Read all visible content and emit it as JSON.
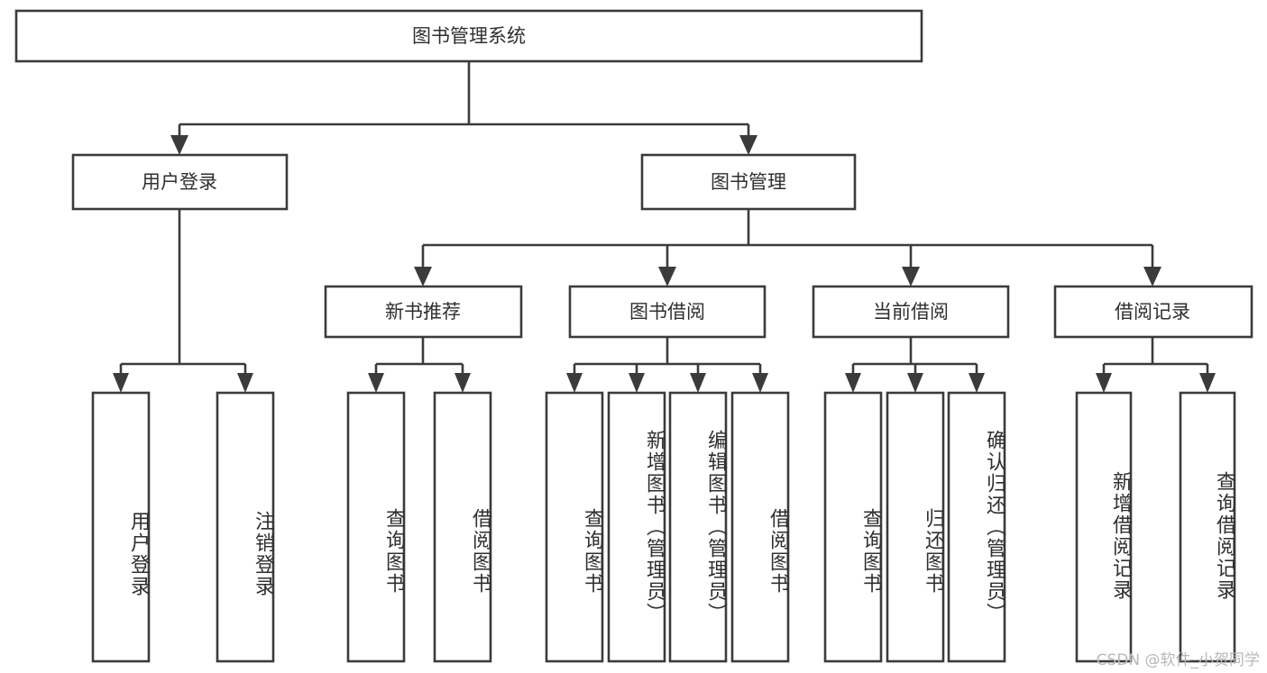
{
  "diagram": {
    "title": "图书管理系统",
    "type": "tree-hierarchy",
    "watermark": "CSDN @软件_小贺同学",
    "colors": {
      "background": "#ffffff",
      "stroke": "#3b3b3b",
      "box_fill": "#ffffff",
      "text": "#2f2f2f",
      "watermark_text": "#b8b8b8"
    },
    "root": {
      "label": "图书管理系统"
    },
    "level1": [
      {
        "label": "用户登录"
      },
      {
        "label": "图书管理"
      }
    ],
    "level2": [
      {
        "label": "新书推荐"
      },
      {
        "label": "图书借阅"
      },
      {
        "label": "当前借阅"
      },
      {
        "label": "借阅记录"
      }
    ],
    "leaves": {
      "user_login": [
        {
          "label": "用户登录"
        },
        {
          "label": "注销登录"
        }
      ],
      "new_book_recommend": [
        {
          "label": "查询图书"
        },
        {
          "label": "借阅图书"
        }
      ],
      "book_borrow": [
        {
          "label": "查询图书"
        },
        {
          "label": "新增图书（管理员）"
        },
        {
          "label": "编辑图书（管理员）"
        },
        {
          "label": "借阅图书"
        }
      ],
      "current_borrow": [
        {
          "label": "查询图书"
        },
        {
          "label": "归还图书"
        },
        {
          "label": "确认归还（管理员）"
        }
      ],
      "borrow_record": [
        {
          "label": "新增借阅记录"
        },
        {
          "label": "查询借阅记录"
        }
      ]
    }
  }
}
